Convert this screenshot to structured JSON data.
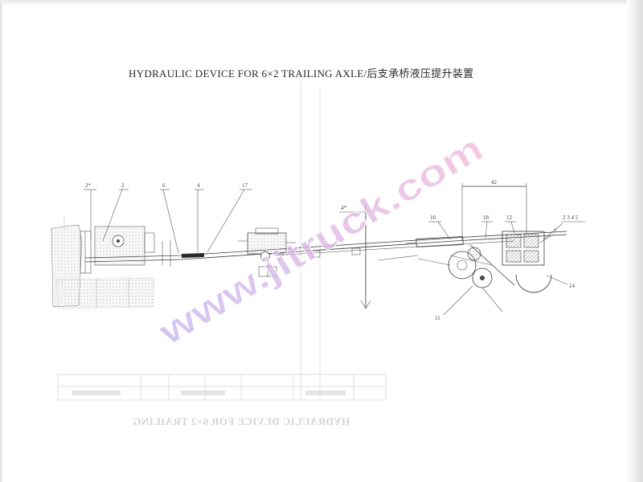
{
  "page": {
    "title": "HYDRAULIC DEVICE FOR 6×2 TRAILING AXLE/后支承桥液压提升装置",
    "watermark": "www.jitruck.com",
    "bleed_through_title": "HYDRAULIC DEVICE FOR 6×2 TRAILING"
  },
  "drawing": {
    "callouts": [
      "2*",
      "2",
      "6",
      "4",
      "17",
      "4*",
      "42",
      "10",
      "18",
      "12",
      "2 3 4 5",
      "7",
      "14",
      "11"
    ]
  },
  "colors": {
    "paper": "#ffffff",
    "line": "#3a3a3a",
    "bleed": "#d4d4d4",
    "watermark_start": "#c4b3ef",
    "watermark_end": "#f1b5d8"
  }
}
